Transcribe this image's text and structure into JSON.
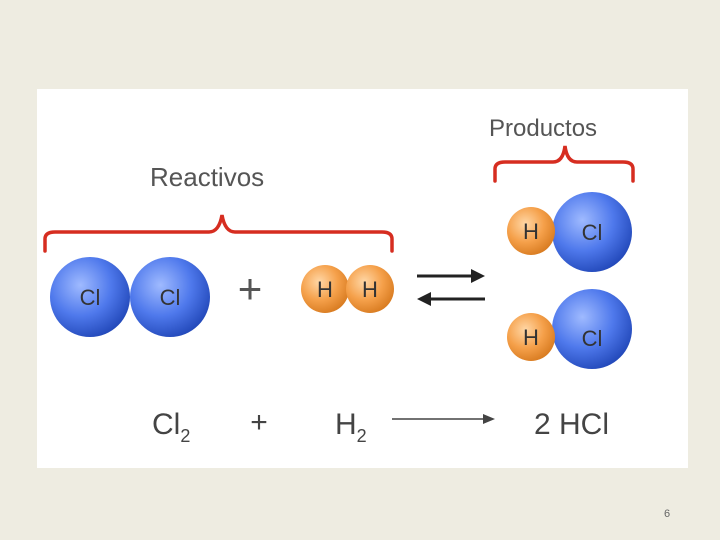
{
  "diagram": {
    "reactants_label": "Reactivos",
    "products_label": "Productos",
    "atoms": {
      "chlorine": "Cl",
      "hydrogen": "H"
    },
    "plus_sign": "+",
    "equation": {
      "reactant1_symbol": "Cl",
      "reactant1_subscript": "2",
      "plus": "+",
      "reactant2_symbol": "H",
      "reactant2_subscript": "2",
      "product": "2 HCl"
    },
    "colors": {
      "bracket": "#d62d20",
      "chlorine_atom": "#4f79ec",
      "hydrogen_atom": "#f5a04a",
      "background": "#eeece1"
    }
  },
  "footer": {
    "page_number": "6"
  }
}
